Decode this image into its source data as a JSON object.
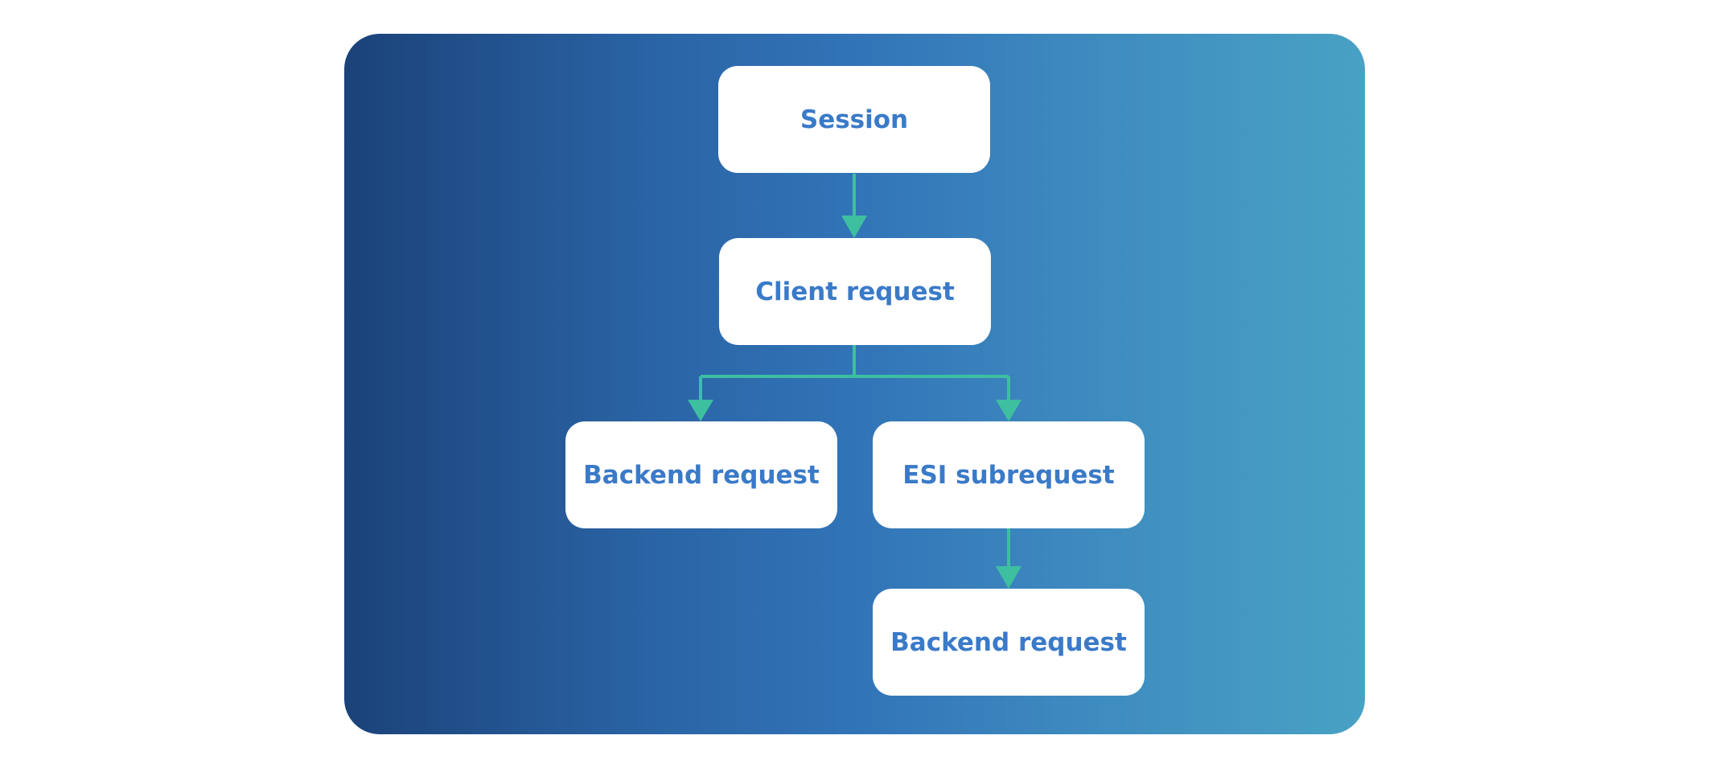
{
  "diagram": {
    "nodes": [
      {
        "id": "session",
        "label": "Session"
      },
      {
        "id": "client_request",
        "label": "Client request"
      },
      {
        "id": "backend_request_1",
        "label": "Backend request"
      },
      {
        "id": "esi_subrequest",
        "label": "ESI subrequest"
      },
      {
        "id": "backend_request_2",
        "label": "Backend request"
      }
    ],
    "edges": [
      {
        "from": "session",
        "to": "client_request"
      },
      {
        "from": "client_request",
        "to": "backend_request_1"
      },
      {
        "from": "client_request",
        "to": "esi_subrequest"
      },
      {
        "from": "esi_subrequest",
        "to": "backend_request_2"
      }
    ],
    "colors": {
      "node_text": "#3a7ac8",
      "connector": "#3dbfa0",
      "gradient_start": "#1b4279",
      "gradient_end": "#48a2c4"
    }
  }
}
